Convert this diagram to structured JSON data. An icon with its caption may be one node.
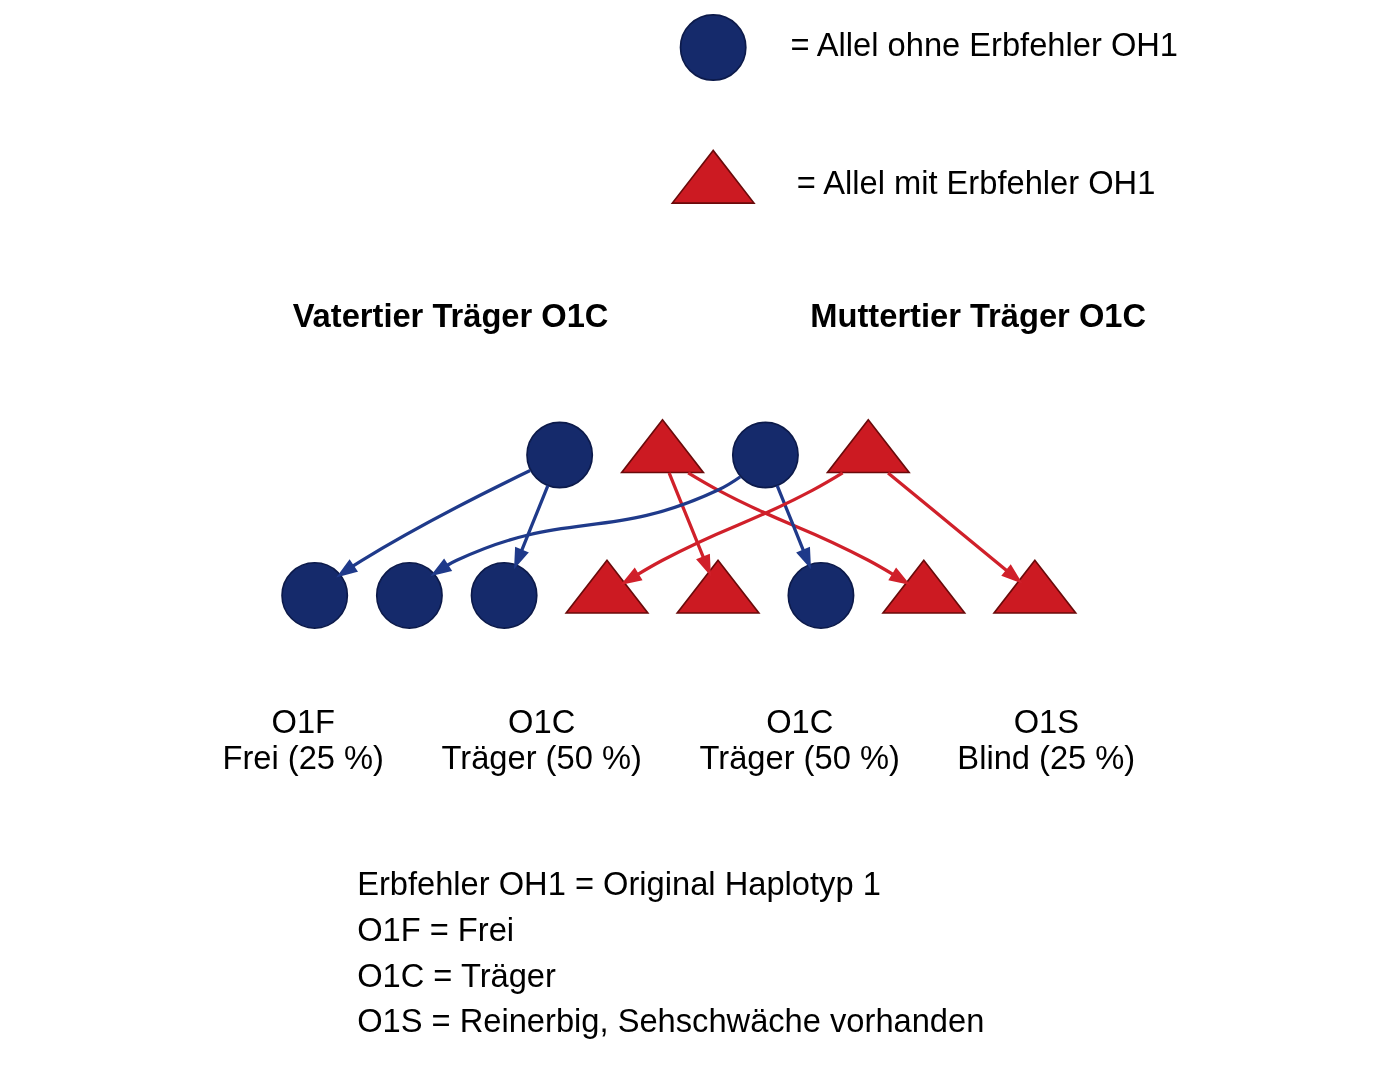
{
  "diagram": {
    "nodes": [
      {
        "text": [],
        "shape": "circle"
      },
      {
        "text": [],
        "shape": "triangle"
      },
      {
        "text": [],
        "shape": "circle"
      },
      {
        "text": [],
        "shape": "triangle"
      },
      {
        "text": [],
        "shape": "circle"
      },
      {
        "text": [],
        "shape": "triangle"
      },
      {
        "text": [],
        "shape": "circle"
      },
      {
        "text": [],
        "shape": "circle"
      },
      {
        "text": [],
        "shape": "circle"
      },
      {
        "text": [],
        "shape": "triangle"
      },
      {
        "text": [],
        "shape": "triangle"
      },
      {
        "text": [],
        "shape": "circle"
      },
      {
        "text": [],
        "shape": "triangle"
      },
      {
        "text": [],
        "shape": "triangle"
      }
    ],
    "edges": [
      {
        "from": 2,
        "to": 6,
        "arrow": "to",
        "color": "#1f3a8a"
      },
      {
        "from": 2,
        "to": 8,
        "arrow": "to",
        "color": "#1f3a8a"
      },
      {
        "from": 3,
        "to": 10,
        "arrow": "to",
        "color": "#d0202a"
      },
      {
        "from": 3,
        "to": 12,
        "arrow": "to",
        "color": "#d0202a"
      },
      {
        "from": 4,
        "to": 7,
        "arrow": "to",
        "color": "#1f3a8a"
      },
      {
        "from": 4,
        "to": 11,
        "arrow": "to",
        "color": "#1f3a8a"
      },
      {
        "from": 5,
        "to": 9,
        "arrow": "to",
        "color": "#d0202a"
      },
      {
        "from": 5,
        "to": 13,
        "arrow": "to",
        "color": "#d0202a"
      }
    ],
    "labels": [
      "Vatertier Träger O1C",
      "Muttertier Träger O1C",
      "O1F",
      "Frei (25 %)",
      "O1C",
      "Träger (50 %)",
      "O1C",
      "Träger (50 %)",
      "O1S",
      "Blind (25 %)",
      "Erbfehler OH1 = Original Haplotyp 1",
      "O1F = Frei",
      "O1C = Träger",
      "O1S = Reinerbig, Sehschwäche vorhanden"
    ],
    "legend": [
      {
        "text": "= Allel ohne Erbfehler OH1"
      },
      {
        "text": "= Allel mit Erbfehler OH1"
      }
    ]
  }
}
